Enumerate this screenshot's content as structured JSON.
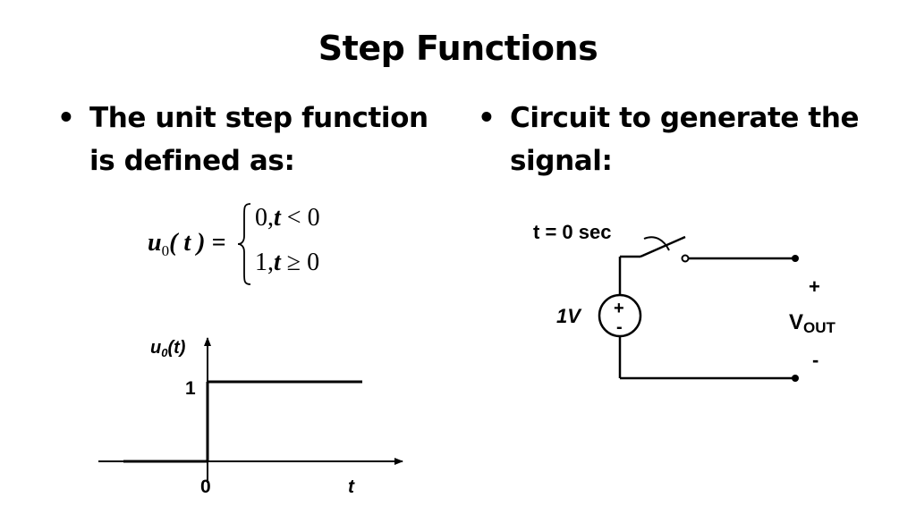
{
  "title": "Step Functions",
  "bullets": {
    "left": {
      "line1": "The unit step function",
      "line2": "is defined as:"
    },
    "right": {
      "line1": "Circuit to generate the",
      "line2": "signal:"
    }
  },
  "equation": {
    "lhs_func": "u",
    "lhs_sub": "0",
    "lhs_arg": "( t ) =",
    "case1_value": "0,",
    "case1_var": "t",
    "case1_cond": " < 0",
    "case2_value": "1,",
    "case2_var": "t",
    "case2_cond": " ≥ 0"
  },
  "plot": {
    "ylabel_func": "u",
    "ylabel_sub": "0",
    "ylabel_arg": "(t)",
    "y_tick": "1",
    "x_tick": "0",
    "xlabel": "t"
  },
  "circuit": {
    "switch_label": "t = 0 sec",
    "source_label": "1V",
    "source_plus": "+",
    "source_minus": "-",
    "out_plus": "+",
    "out_label": "V",
    "out_sub": "OUT",
    "out_minus": "-"
  }
}
